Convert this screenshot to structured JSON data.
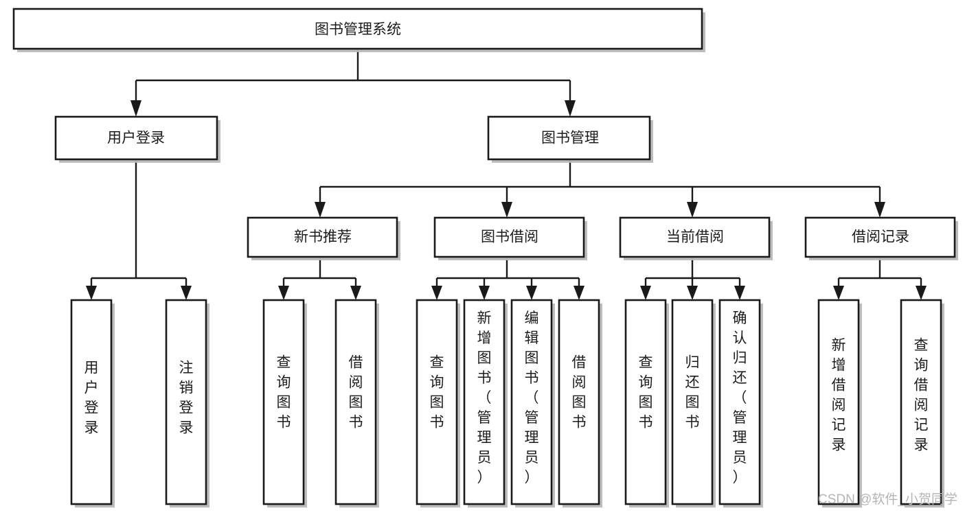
{
  "diagram": {
    "title": "图书管理系统",
    "type": "tree",
    "orientation": "top-down",
    "colors": {
      "box_fill": "#ffffff",
      "box_stroke": "#1a1a1a",
      "shadow": "#b9b9b9",
      "text": "#1c1c1c",
      "watermark": "#b5b5b5",
      "background": "#ffffff"
    },
    "nodes": {
      "root": {
        "label": "图书管理系统",
        "level": 0,
        "text_orientation": "horizontal"
      },
      "user_login": {
        "label": "用户登录",
        "level": 1,
        "text_orientation": "horizontal"
      },
      "book_manage": {
        "label": "图书管理",
        "level": 1,
        "text_orientation": "horizontal"
      },
      "new_book_rec": {
        "label": "新书推荐",
        "level": 2,
        "text_orientation": "horizontal"
      },
      "book_borrow": {
        "label": "图书借阅",
        "level": 2,
        "text_orientation": "horizontal"
      },
      "current_borrow": {
        "label": "当前借阅",
        "level": 2,
        "text_orientation": "horizontal"
      },
      "borrow_record": {
        "label": "借阅记录",
        "level": 2,
        "text_orientation": "horizontal"
      },
      "leaf_user_login": {
        "label": "用户登录",
        "level": 2,
        "text_orientation": "vertical"
      },
      "leaf_logout": {
        "label": "注销登录",
        "level": 2,
        "text_orientation": "vertical"
      },
      "leaf_query_book_1": {
        "label": "查询图书",
        "level": 3,
        "text_orientation": "vertical"
      },
      "leaf_borrow_book_1": {
        "label": "借阅图书",
        "level": 3,
        "text_orientation": "vertical"
      },
      "leaf_query_book_2": {
        "label": "查询图书",
        "level": 3,
        "text_orientation": "vertical"
      },
      "leaf_add_book": {
        "label": "新增图书（管理员）",
        "level": 3,
        "text_orientation": "vertical"
      },
      "leaf_edit_book": {
        "label": "编辑图书（管理员）",
        "level": 3,
        "text_orientation": "vertical"
      },
      "leaf_borrow_book_2": {
        "label": "借阅图书",
        "level": 3,
        "text_orientation": "vertical"
      },
      "leaf_query_book_3": {
        "label": "查询图书",
        "level": 3,
        "text_orientation": "vertical"
      },
      "leaf_return_book": {
        "label": "归还图书",
        "level": 3,
        "text_orientation": "vertical"
      },
      "leaf_confirm_return": {
        "label": "确认归还（管理员）",
        "level": 3,
        "text_orientation": "vertical"
      },
      "leaf_add_record": {
        "label": "新增借阅记录",
        "level": 3,
        "text_orientation": "vertical"
      },
      "leaf_query_record": {
        "label": "查询借阅记录",
        "level": 3,
        "text_orientation": "vertical"
      }
    },
    "edges": [
      {
        "from": "root",
        "to": "user_login"
      },
      {
        "from": "root",
        "to": "book_manage"
      },
      {
        "from": "user_login",
        "to": "leaf_user_login"
      },
      {
        "from": "user_login",
        "to": "leaf_logout"
      },
      {
        "from": "book_manage",
        "to": "new_book_rec"
      },
      {
        "from": "book_manage",
        "to": "book_borrow"
      },
      {
        "from": "book_manage",
        "to": "current_borrow"
      },
      {
        "from": "book_manage",
        "to": "borrow_record"
      },
      {
        "from": "new_book_rec",
        "to": "leaf_query_book_1"
      },
      {
        "from": "new_book_rec",
        "to": "leaf_borrow_book_1"
      },
      {
        "from": "book_borrow",
        "to": "leaf_query_book_2"
      },
      {
        "from": "book_borrow",
        "to": "leaf_add_book"
      },
      {
        "from": "book_borrow",
        "to": "leaf_edit_book"
      },
      {
        "from": "book_borrow",
        "to": "leaf_borrow_book_2"
      },
      {
        "from": "current_borrow",
        "to": "leaf_query_book_3"
      },
      {
        "from": "current_borrow",
        "to": "leaf_return_book"
      },
      {
        "from": "current_borrow",
        "to": "leaf_confirm_return"
      },
      {
        "from": "borrow_record",
        "to": "leaf_add_record"
      },
      {
        "from": "borrow_record",
        "to": "leaf_query_record"
      }
    ]
  },
  "watermark": {
    "text": "CSDN @软件_小贺同学"
  }
}
